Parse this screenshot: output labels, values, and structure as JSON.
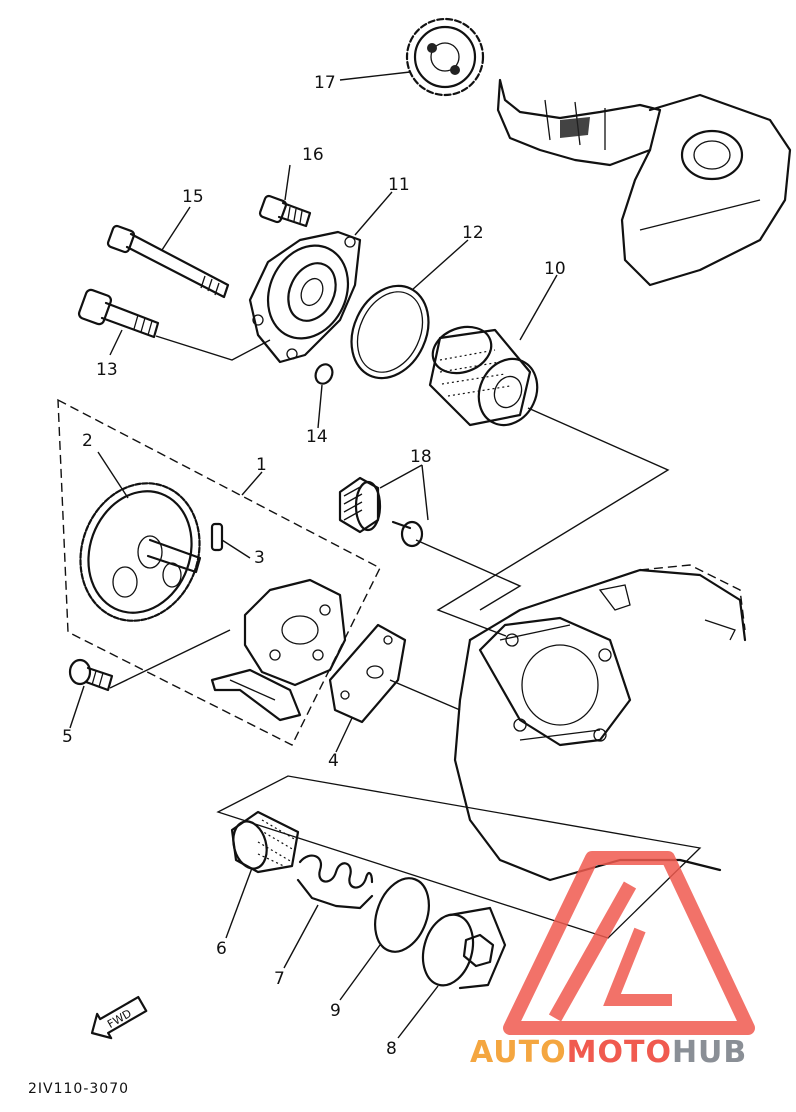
{
  "diagram": {
    "callouts": [
      "1",
      "2",
      "3",
      "4",
      "5",
      "6",
      "7",
      "8",
      "9",
      "10",
      "11",
      "12",
      "13",
      "14",
      "15",
      "16",
      "17",
      "18"
    ],
    "drawing_code": "2IV110-3070",
    "fwd_label": "FWD"
  },
  "watermark": {
    "part1": "AUTO",
    "part2": "MOTO",
    "part3": "HUB",
    "colors": {
      "red": "#f05a4f",
      "orange": "#f4a640",
      "gray": "#8a8f96"
    }
  }
}
